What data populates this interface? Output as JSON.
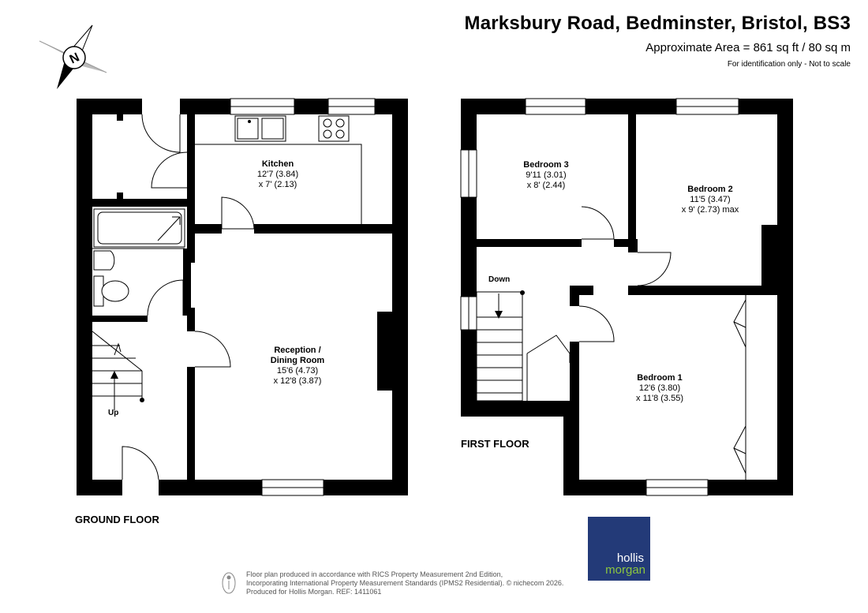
{
  "header": {
    "title": "Marksbury Road, Bedminster, Bristol, BS3",
    "area": "Approximate Area = 861 sq ft / 80 sq m",
    "note": "For identification only - Not to scale"
  },
  "compass": {
    "letter": "N",
    "icon": "north-arrow-icon"
  },
  "ground_floor": {
    "label": "GROUND FLOOR",
    "stairs_label": "Up",
    "rooms": {
      "kitchen": {
        "name": "Kitchen",
        "dim1": "12'7 (3.84)",
        "dim2": "x 7' (2.13)"
      },
      "reception": {
        "name": "Reception /",
        "name2": "Dining Room",
        "dim1": "15'6 (4.73)",
        "dim2": "x 12'8 (3.87)"
      }
    }
  },
  "first_floor": {
    "label": "FIRST FLOOR",
    "stairs_label": "Down",
    "rooms": {
      "bedroom3": {
        "name": "Bedroom 3",
        "dim1": "9'11 (3.01)",
        "dim2": "x 8' (2.44)"
      },
      "bedroom2": {
        "name": "Bedroom 2",
        "dim1": "11'5 (3.47)",
        "dim2": "x 9' (2.73) max"
      },
      "bedroom1": {
        "name": "Bedroom 1",
        "dim1": "12'6 (3.80)",
        "dim2": "x 11'8 (3.55)"
      }
    }
  },
  "footer": {
    "line1": "Floor plan produced in accordance with RICS Property Measurement 2nd Edition,",
    "line2": "Incorporating International Property Measurement Standards (IPMS2 Residential).  © nichecom 2026.",
    "line3": "Produced for Hollis Morgan.     REF:  1411061"
  },
  "logo": {
    "line1": "hollis",
    "line2": "morgan",
    "color_bg": "#233a78",
    "color_accent": "#8cc63f"
  }
}
